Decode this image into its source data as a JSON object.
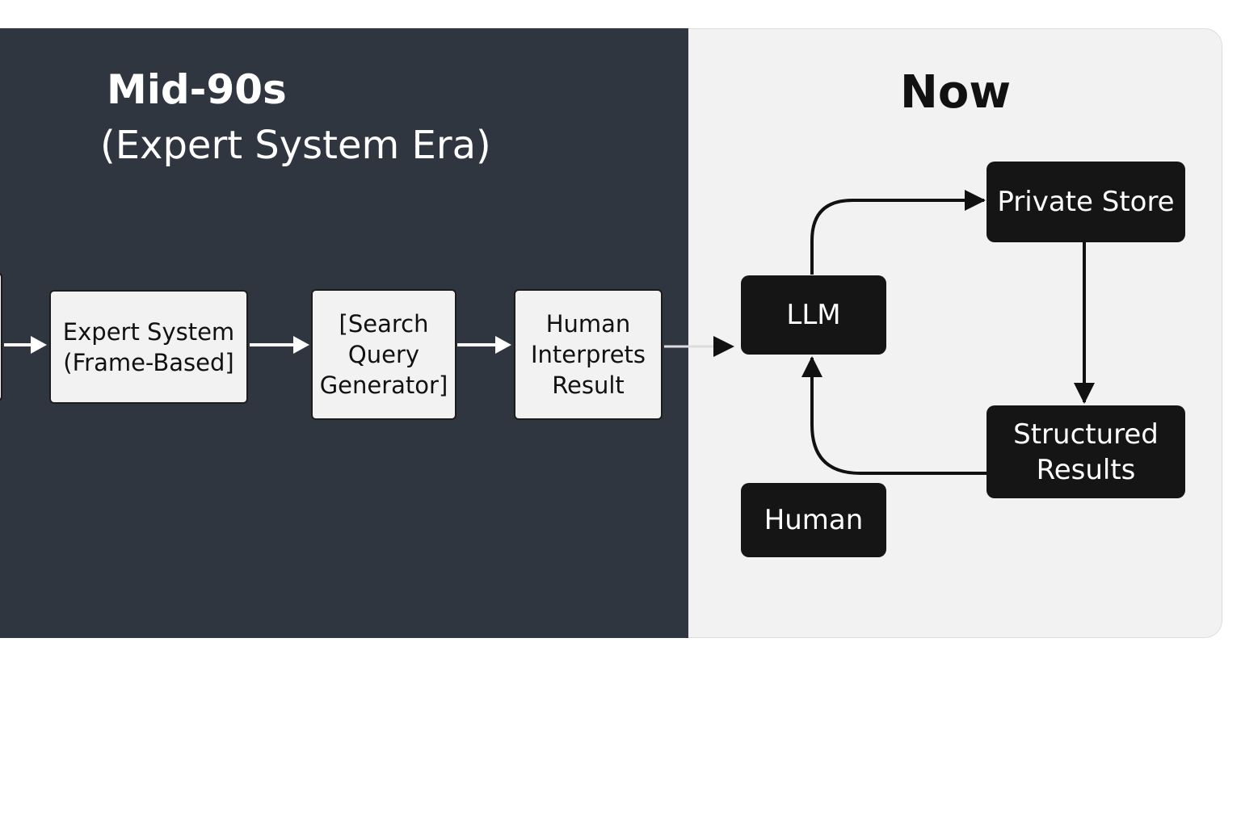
{
  "left_panel": {
    "title_line1": "Mid-90s",
    "title_line2": "(Expert System Era)",
    "boxes": [
      "Expert System\n(Frame-Based]",
      "[Search\nQuery\nGenerator]",
      "Human\nInterprets\nResult"
    ]
  },
  "right_panel": {
    "title": "Now",
    "boxes": {
      "llm": "LLM",
      "private_store": "Private Store",
      "structured_results": "Structured\nResults",
      "human": "Human"
    }
  },
  "colors": {
    "dark_bg": "#2f3640",
    "light_bg": "#f2f2f2",
    "node_dark": "#151515"
  }
}
